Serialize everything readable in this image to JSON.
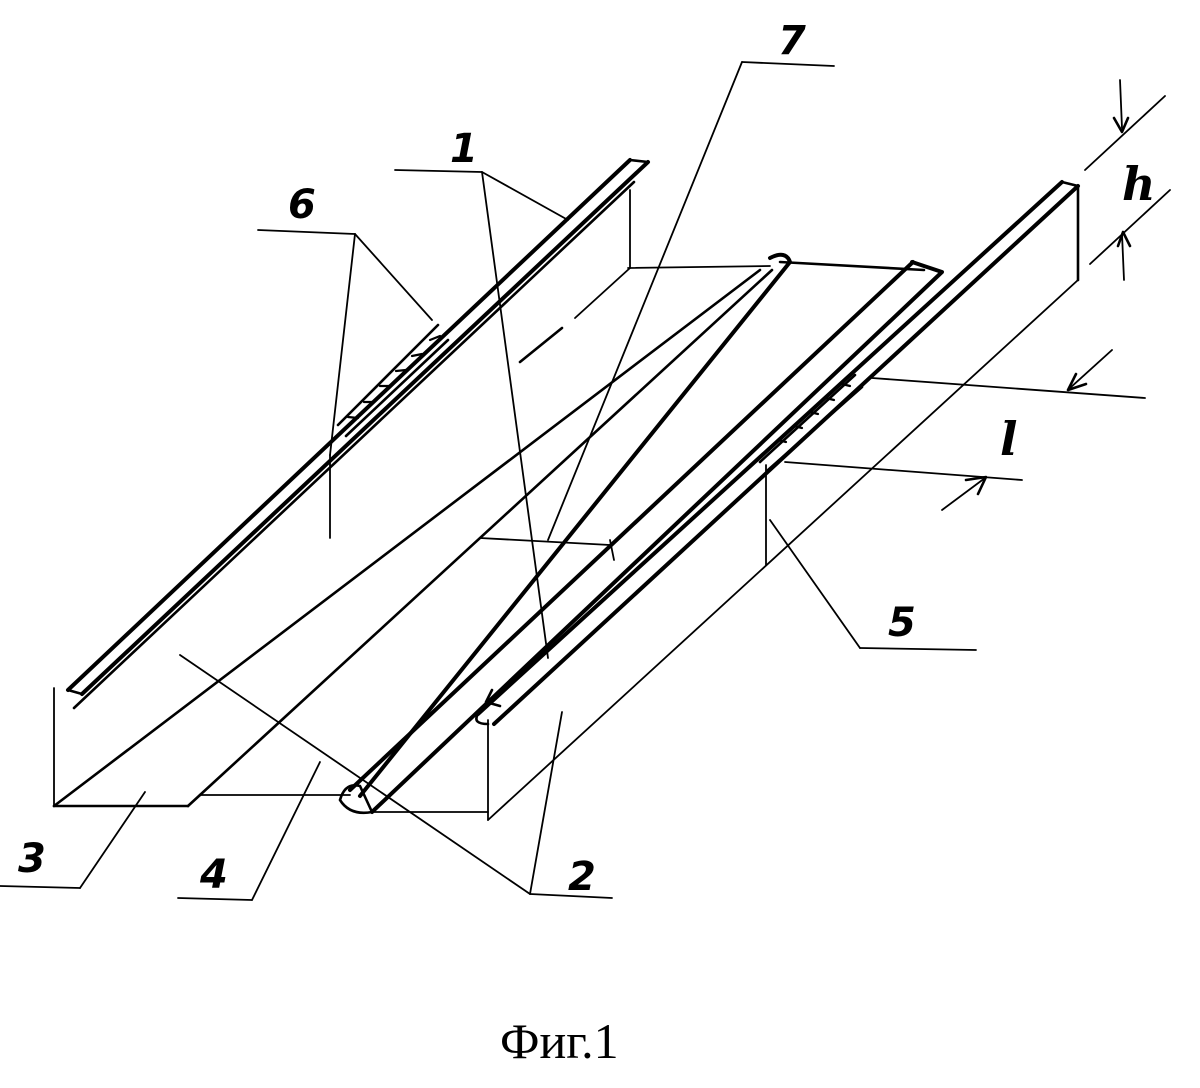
{
  "caption": "Фиг.1",
  "labels": {
    "n1": "1",
    "n2": "2",
    "n3": "3",
    "n4": "4",
    "n5": "5",
    "n6": "6",
    "n7": "7"
  },
  "dimensions": {
    "height_symbol": "h",
    "length_symbol": "l"
  }
}
